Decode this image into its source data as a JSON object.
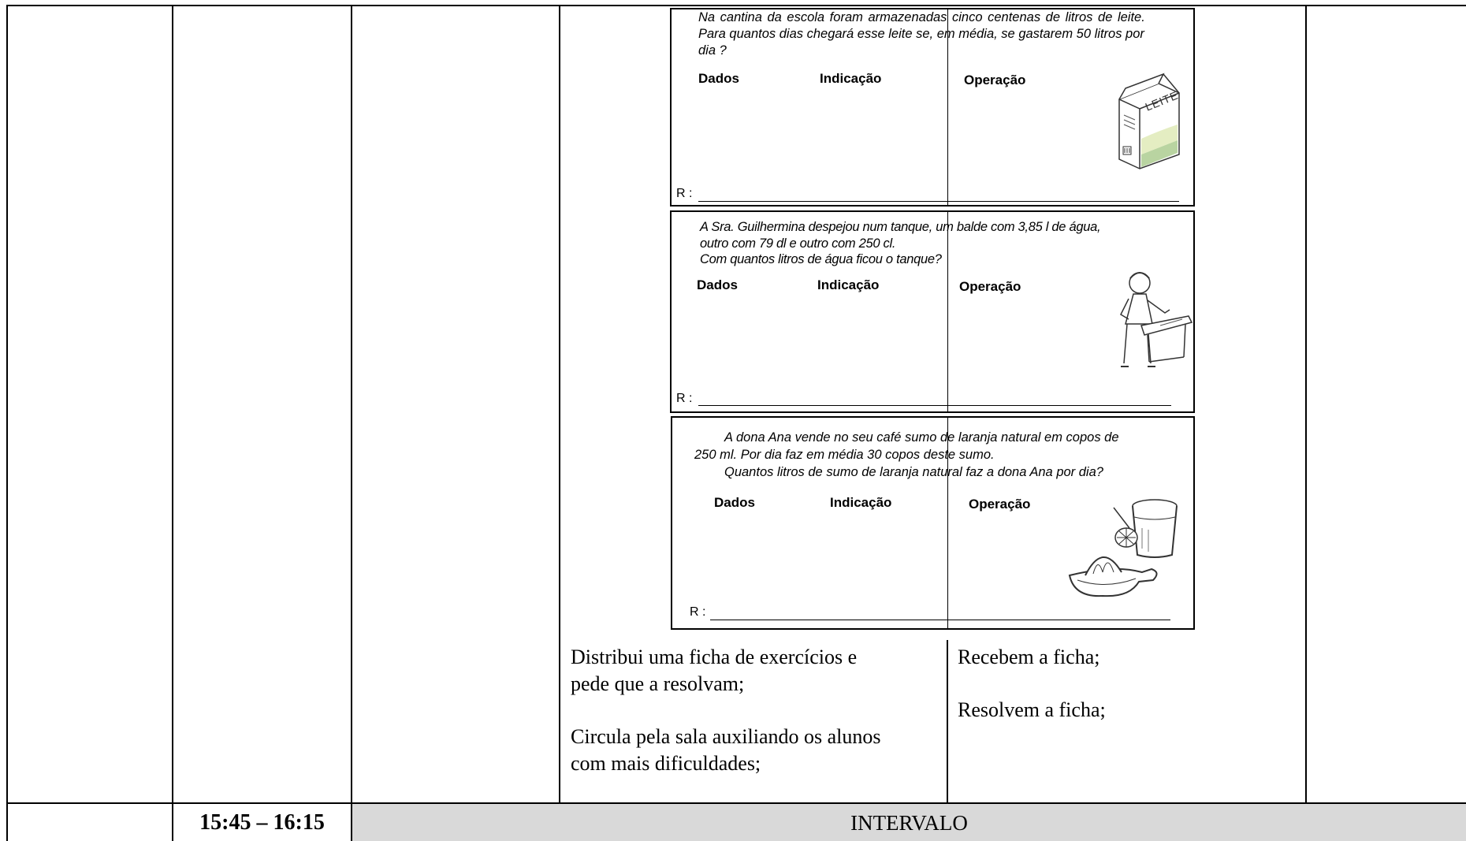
{
  "exercises": [
    {
      "lines": [
        "Na cantina da escola foram armazenadas cinco centenas de litros de leite.",
        "Para quantos dias chegará esse leite se, em média, se gastarem 50 litros por",
        "dia ?"
      ],
      "col1": "Dados",
      "col2": "Indicação",
      "col3": "Operação",
      "answer": "R :",
      "illustration": "milk-carton",
      "label": "LEITE"
    },
    {
      "lines": [
        "A Sra. Guilhermina despejou num tanque, um balde com 3,85 l de água,",
        "outro com 79 dl e outro com 250 cl.",
        "Com quantos litros de água ficou o tanque?"
      ],
      "col1": "Dados",
      "col2": "Indicação",
      "col3": "Operação",
      "answer": "R :",
      "illustration": "woman-pouring-bucket"
    },
    {
      "lines": [
        "A dona Ana vende no seu café sumo de laranja natural em copos de",
        "250 ml. Por dia faz em média 30 copos deste sumo.",
        "Quantos litros de sumo de laranja natural faz a dona Ana por dia?"
      ],
      "col1": "Dados",
      "col2": "Indicação",
      "col3": "Operação",
      "answer": "R :",
      "illustration": "juice-glass-and-squeezer"
    }
  ],
  "teacher": {
    "p1": [
      "Distribui uma ficha de exercícios e",
      "pede que a resolvam;"
    ],
    "p2": [
      "Circula pela sala auxiliando os alunos",
      "com mais dificuldades;"
    ]
  },
  "students": {
    "p1": "Recebem a ficha;",
    "p2": "Resolvem a ficha;"
  },
  "footer": {
    "time": "15:45 – 16:15",
    "label": "INTERVALO",
    "label_bg": "#d9d9d9"
  }
}
